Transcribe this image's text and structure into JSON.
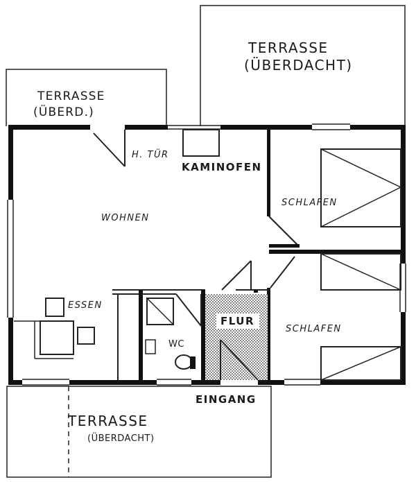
{
  "labels": {
    "terrasse_top_right": "TERRASSE",
    "terrasse_top_right_sub": "(ÜBERDACHT)",
    "terrasse_top_left": "TERRASSE",
    "terrasse_top_left_sub": "(ÜBERD.)",
    "h_tuer": "H. TÜR",
    "kaminofen": "KAMINOFEN",
    "wohnen": "WOHNEN",
    "schlafen_1": "SCHLAFEN",
    "schlafen_2": "SCHLAFEN",
    "essen": "ESSEN",
    "wc": "WC",
    "flur": "FLUR",
    "eingang": "EINGANG",
    "terrasse_bottom": "TERRASSE",
    "terrasse_bottom_sub": "(ÜBERDACHT)"
  },
  "colors": {
    "ink": "#111111",
    "paper": "#ffffff"
  }
}
